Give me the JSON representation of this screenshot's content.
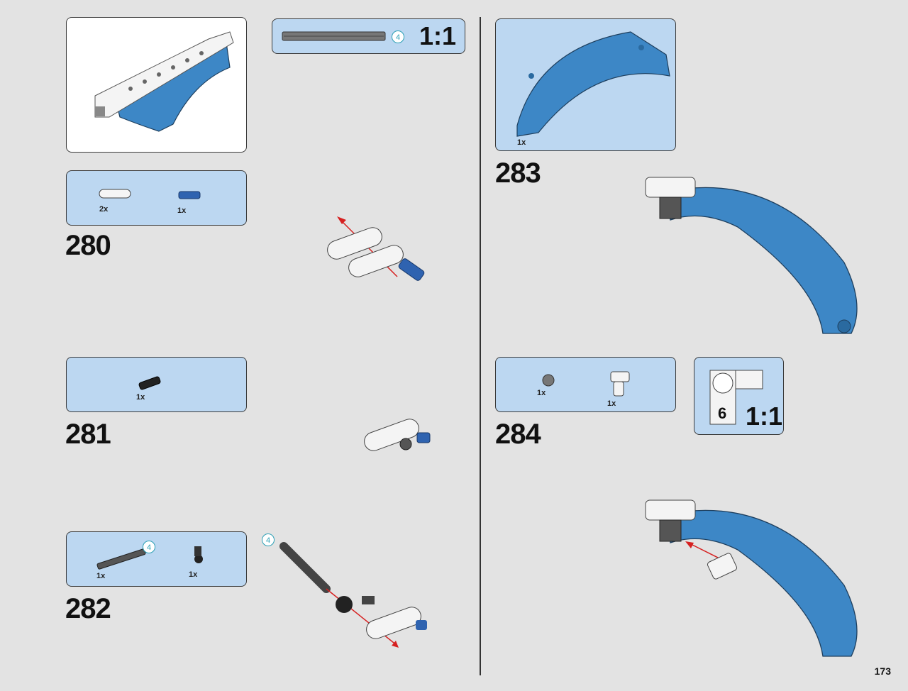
{
  "steps": {
    "s280": {
      "number": "280",
      "parts": [
        {
          "qty": "2x",
          "part": "beam-icon"
        },
        {
          "qty": "1x",
          "part": "blue-pin-icon"
        }
      ]
    },
    "s281": {
      "number": "281",
      "parts": [
        {
          "qty": "1x",
          "part": "black-axle-connector-icon"
        }
      ]
    },
    "s282": {
      "number": "282",
      "parts": [
        {
          "qty": "1x",
          "part": "axle-icon",
          "length": "4"
        },
        {
          "qty": "1x",
          "part": "angle-connector-icon"
        }
      ],
      "callout_length": "4"
    },
    "s283": {
      "number": "283",
      "parts": [
        {
          "qty": "1x",
          "part": "blue-arch-panel-icon"
        }
      ]
    },
    "s284": {
      "number": "284",
      "parts": [
        {
          "qty": "1x",
          "part": "bush-icon"
        },
        {
          "qty": "1x",
          "part": "white-connector-icon"
        }
      ]
    }
  },
  "callouts": {
    "axle_scale": {
      "length": "4",
      "ratio": "1:1"
    },
    "connector_scale": {
      "length": "6",
      "ratio": "1:1"
    }
  },
  "page_number": "173",
  "colors": {
    "panel": "#bcd7f1",
    "part_blue": "#3d87c6",
    "arrow": "#d62020",
    "background": "#e3e3e3"
  }
}
